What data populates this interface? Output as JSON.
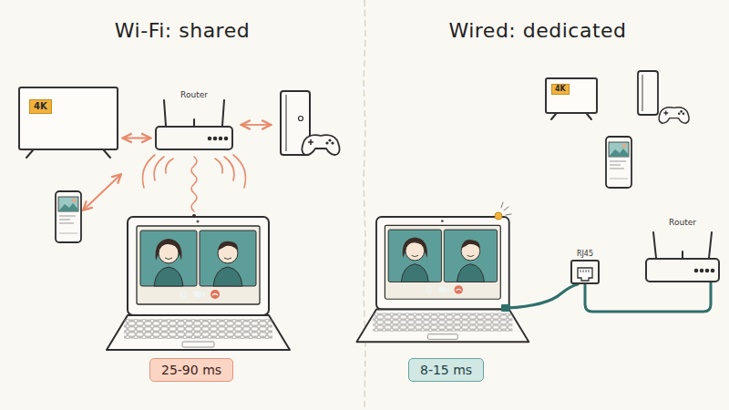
{
  "diagram": {
    "nodes": [
      {
        "text": [
          "4K"
        ]
      },
      {
        "text": [
          "Router"
        ]
      },
      {
        "text": [
          "25-90 ms"
        ]
      },
      {
        "text": [
          "4K"
        ]
      },
      {
        "text": [
          "RJ45"
        ]
      },
      {
        "text": [
          "Router"
        ]
      },
      {
        "text": [
          "8-15 ms"
        ]
      }
    ],
    "edges": [
      {
        "from": 0,
        "to": 1,
        "arrow": "both"
      },
      {
        "from": 4,
        "to": 5,
        "arrow": "none"
      }
    ],
    "labels": [
      "Wi-Fi: shared",
      "Wired: dedicated"
    ]
  }
}
